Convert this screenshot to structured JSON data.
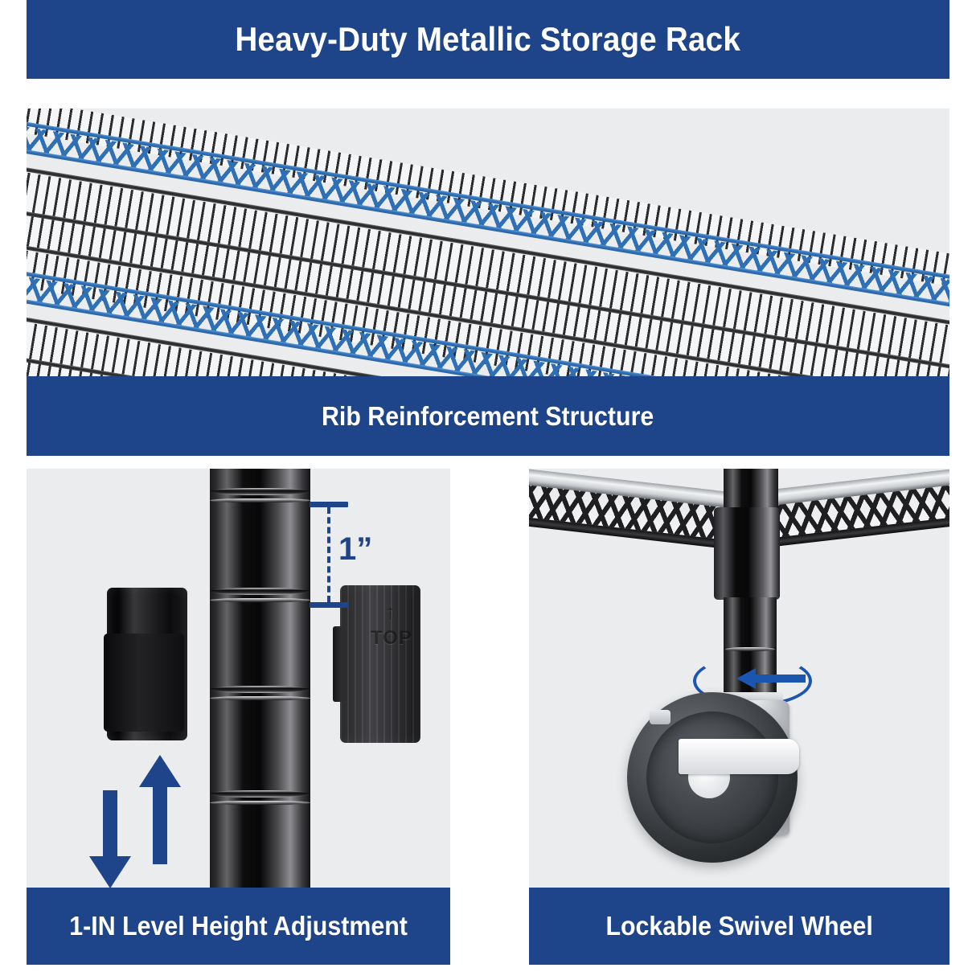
{
  "theme": {
    "brand_navy": "#1e4489",
    "accent_blue": "#2f6fb5",
    "panel_bg": "#ebecee",
    "page_bg": "#ffffff"
  },
  "header": {
    "title": "Heavy-Duty Metallic Storage Rack"
  },
  "panels": [
    {
      "id": "rib",
      "caption": "Rib Reinforcement Structure",
      "subject": "wire-shelf-rib-structure"
    },
    {
      "id": "height",
      "caption": "1-IN Level Height Adjustment",
      "subject": "pole-split-sleeve-clips",
      "dimension_label": "1”",
      "clip_emboss_text": "TOP",
      "clip_emboss_arrow": "↑",
      "arrows": [
        "arrow-up",
        "arrow-down"
      ]
    },
    {
      "id": "wheel",
      "caption": "Lockable Swivel Wheel",
      "subject": "lockable-swivel-caster",
      "swivel_indicator": "rotation-arrow"
    }
  ]
}
